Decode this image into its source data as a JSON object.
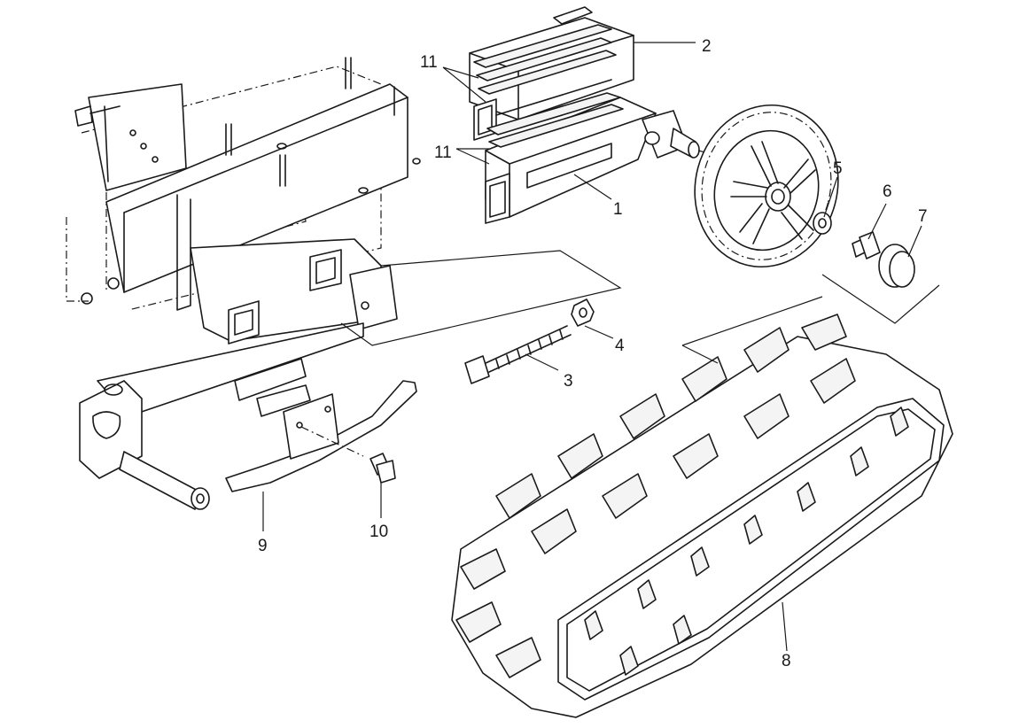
{
  "callouts": {
    "c1": "1",
    "c2": "2",
    "c3": "3",
    "c4": "4",
    "c5": "5",
    "c6": "6",
    "c7": "7",
    "c8": "8",
    "c9": "9",
    "c10": "10",
    "c11a": "11",
    "c11b": "11"
  },
  "colors": {
    "line": "#1a1a1a",
    "background": "#ffffff"
  }
}
